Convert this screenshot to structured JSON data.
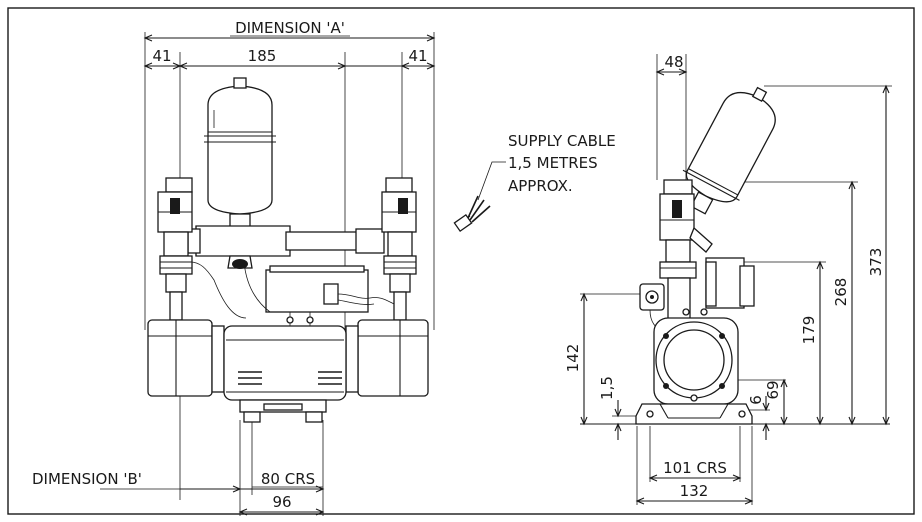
{
  "front_view": {
    "dimension_a": "DIMENSION 'A'",
    "dimension_b": "DIMENSION 'B'",
    "dim_41_left": "41",
    "dim_185": "185",
    "dim_41_right": "41",
    "dim_80_crs": "80 CRS",
    "dim_96": "96"
  },
  "annotation": {
    "line1": "SUPPLY CABLE",
    "line2": "1,5 METRES",
    "line3": "APPROX."
  },
  "side_view": {
    "dim_48": "48",
    "dim_373": "373",
    "dim_268": "268",
    "dim_179": "179",
    "dim_142": "142",
    "dim_69": "69",
    "dim_6": "6",
    "dim_1_5": "1,5",
    "dim_101_crs": "101 CRS",
    "dim_132": "132"
  }
}
